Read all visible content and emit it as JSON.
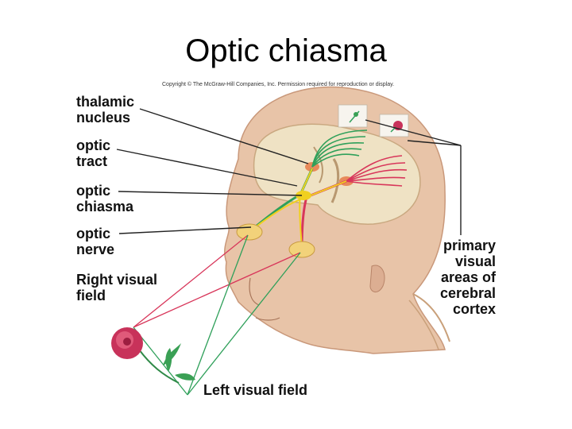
{
  "title": "Optic chiasma",
  "copyright": "Copyright © The McGraw-Hill Companies, Inc. Permission required for reproduction or display.",
  "labels": {
    "thalamic_nucleus": [
      "thalamic",
      "nucleus"
    ],
    "optic_tract": [
      "optic",
      "tract"
    ],
    "optic_chiasma": [
      "optic",
      "chiasma"
    ],
    "optic_nerve": [
      "optic",
      "nerve"
    ],
    "right_visual_field": [
      "Right visual",
      "field"
    ],
    "left_visual_field": "Left visual field",
    "primary_visual_areas": [
      "primary",
      "visual",
      "areas of",
      "cerebral",
      "cortex"
    ]
  },
  "colors": {
    "right_field_pathway": "#d8365a",
    "left_field_pathway": "#2fa05a",
    "chiasma": "#f0d020",
    "skin": "#e8c4a8",
    "brain": "#efe2c4",
    "rose": "#c8325a"
  }
}
